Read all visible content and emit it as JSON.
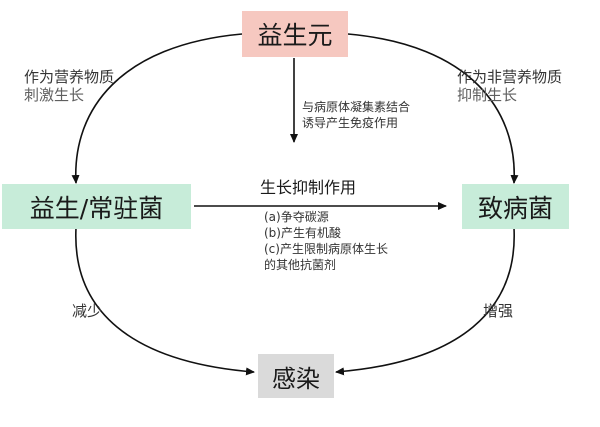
{
  "nodes": {
    "prebiotic": {
      "label": "益生元",
      "color": "#f6c8c0"
    },
    "probiotic": {
      "label": "益生/常驻菌",
      "color": "#c7ecd9"
    },
    "pathogen": {
      "label": "致病菌",
      "color": "#c7ecd9"
    },
    "infection": {
      "label": "感染",
      "color": "#dadada"
    }
  },
  "edges": {
    "prebiotic_to_probiotic": {
      "line1": "作为营养物质",
      "line2": "刺激生长"
    },
    "prebiotic_to_pathogen": {
      "line1": "作为非营养物质",
      "line2": "抑制生长"
    },
    "prebiotic_to_center": {
      "line1": "与病原体凝集素结合",
      "line2": "诱导产生免疫作用"
    },
    "probiotic_to_pathogen": {
      "title": "生长抑制作用",
      "items": [
        "(a)争夺碳源",
        "(b)产生有机酸",
        "(c)产生限制病原体生长",
        "的其他抗菌剂"
      ]
    },
    "probiotic_to_infection": {
      "label": "减少"
    },
    "pathogen_to_infection": {
      "label": "增强"
    }
  },
  "colors": {
    "arrow": "#111111"
  }
}
